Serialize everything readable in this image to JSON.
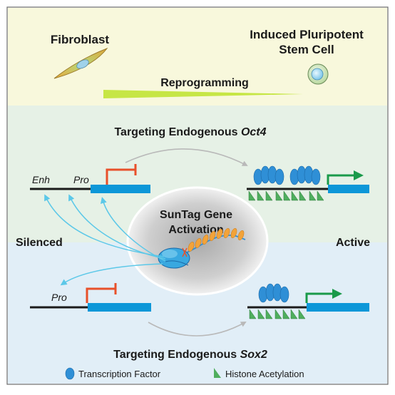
{
  "top": {
    "fibroblast_label": "Fibroblast",
    "ipsc_label_line1": "Induced Pluripotent",
    "ipsc_label_line2": "Stem Cell",
    "reprogramming_label": "Reprogramming"
  },
  "oct4": {
    "title_prefix": "Targeting Endogenous ",
    "title_gene": "Oct4",
    "enh_label": "Enh",
    "pro_label": "Pro"
  },
  "sox2": {
    "title_prefix": "Targeting Endogenous ",
    "title_gene": "Sox2",
    "pro_label": "Pro"
  },
  "center": {
    "line1": "SunTag Gene",
    "line2": "Activation"
  },
  "side_labels": {
    "left": "Silenced",
    "right": "Active"
  },
  "legend": {
    "tf_label": "Transcription Factor",
    "ha_label": "Histone Acetylation"
  },
  "colors": {
    "top_bg": "#f8f8dc",
    "mid_bg": "#e6f1e6",
    "bottom_bg": "#e1eef7",
    "gene_blue": "#0d97d8",
    "promoter_red": "#e8502a",
    "active_arrow": "#1a9a4a",
    "tf_blue": "#2f8fd6",
    "histone_green": "#4fae5e",
    "cyan_arrows": "#5cc8e8",
    "grey_arrow": "#b9b9b9",
    "reprog_arrow": "#c6e645"
  }
}
